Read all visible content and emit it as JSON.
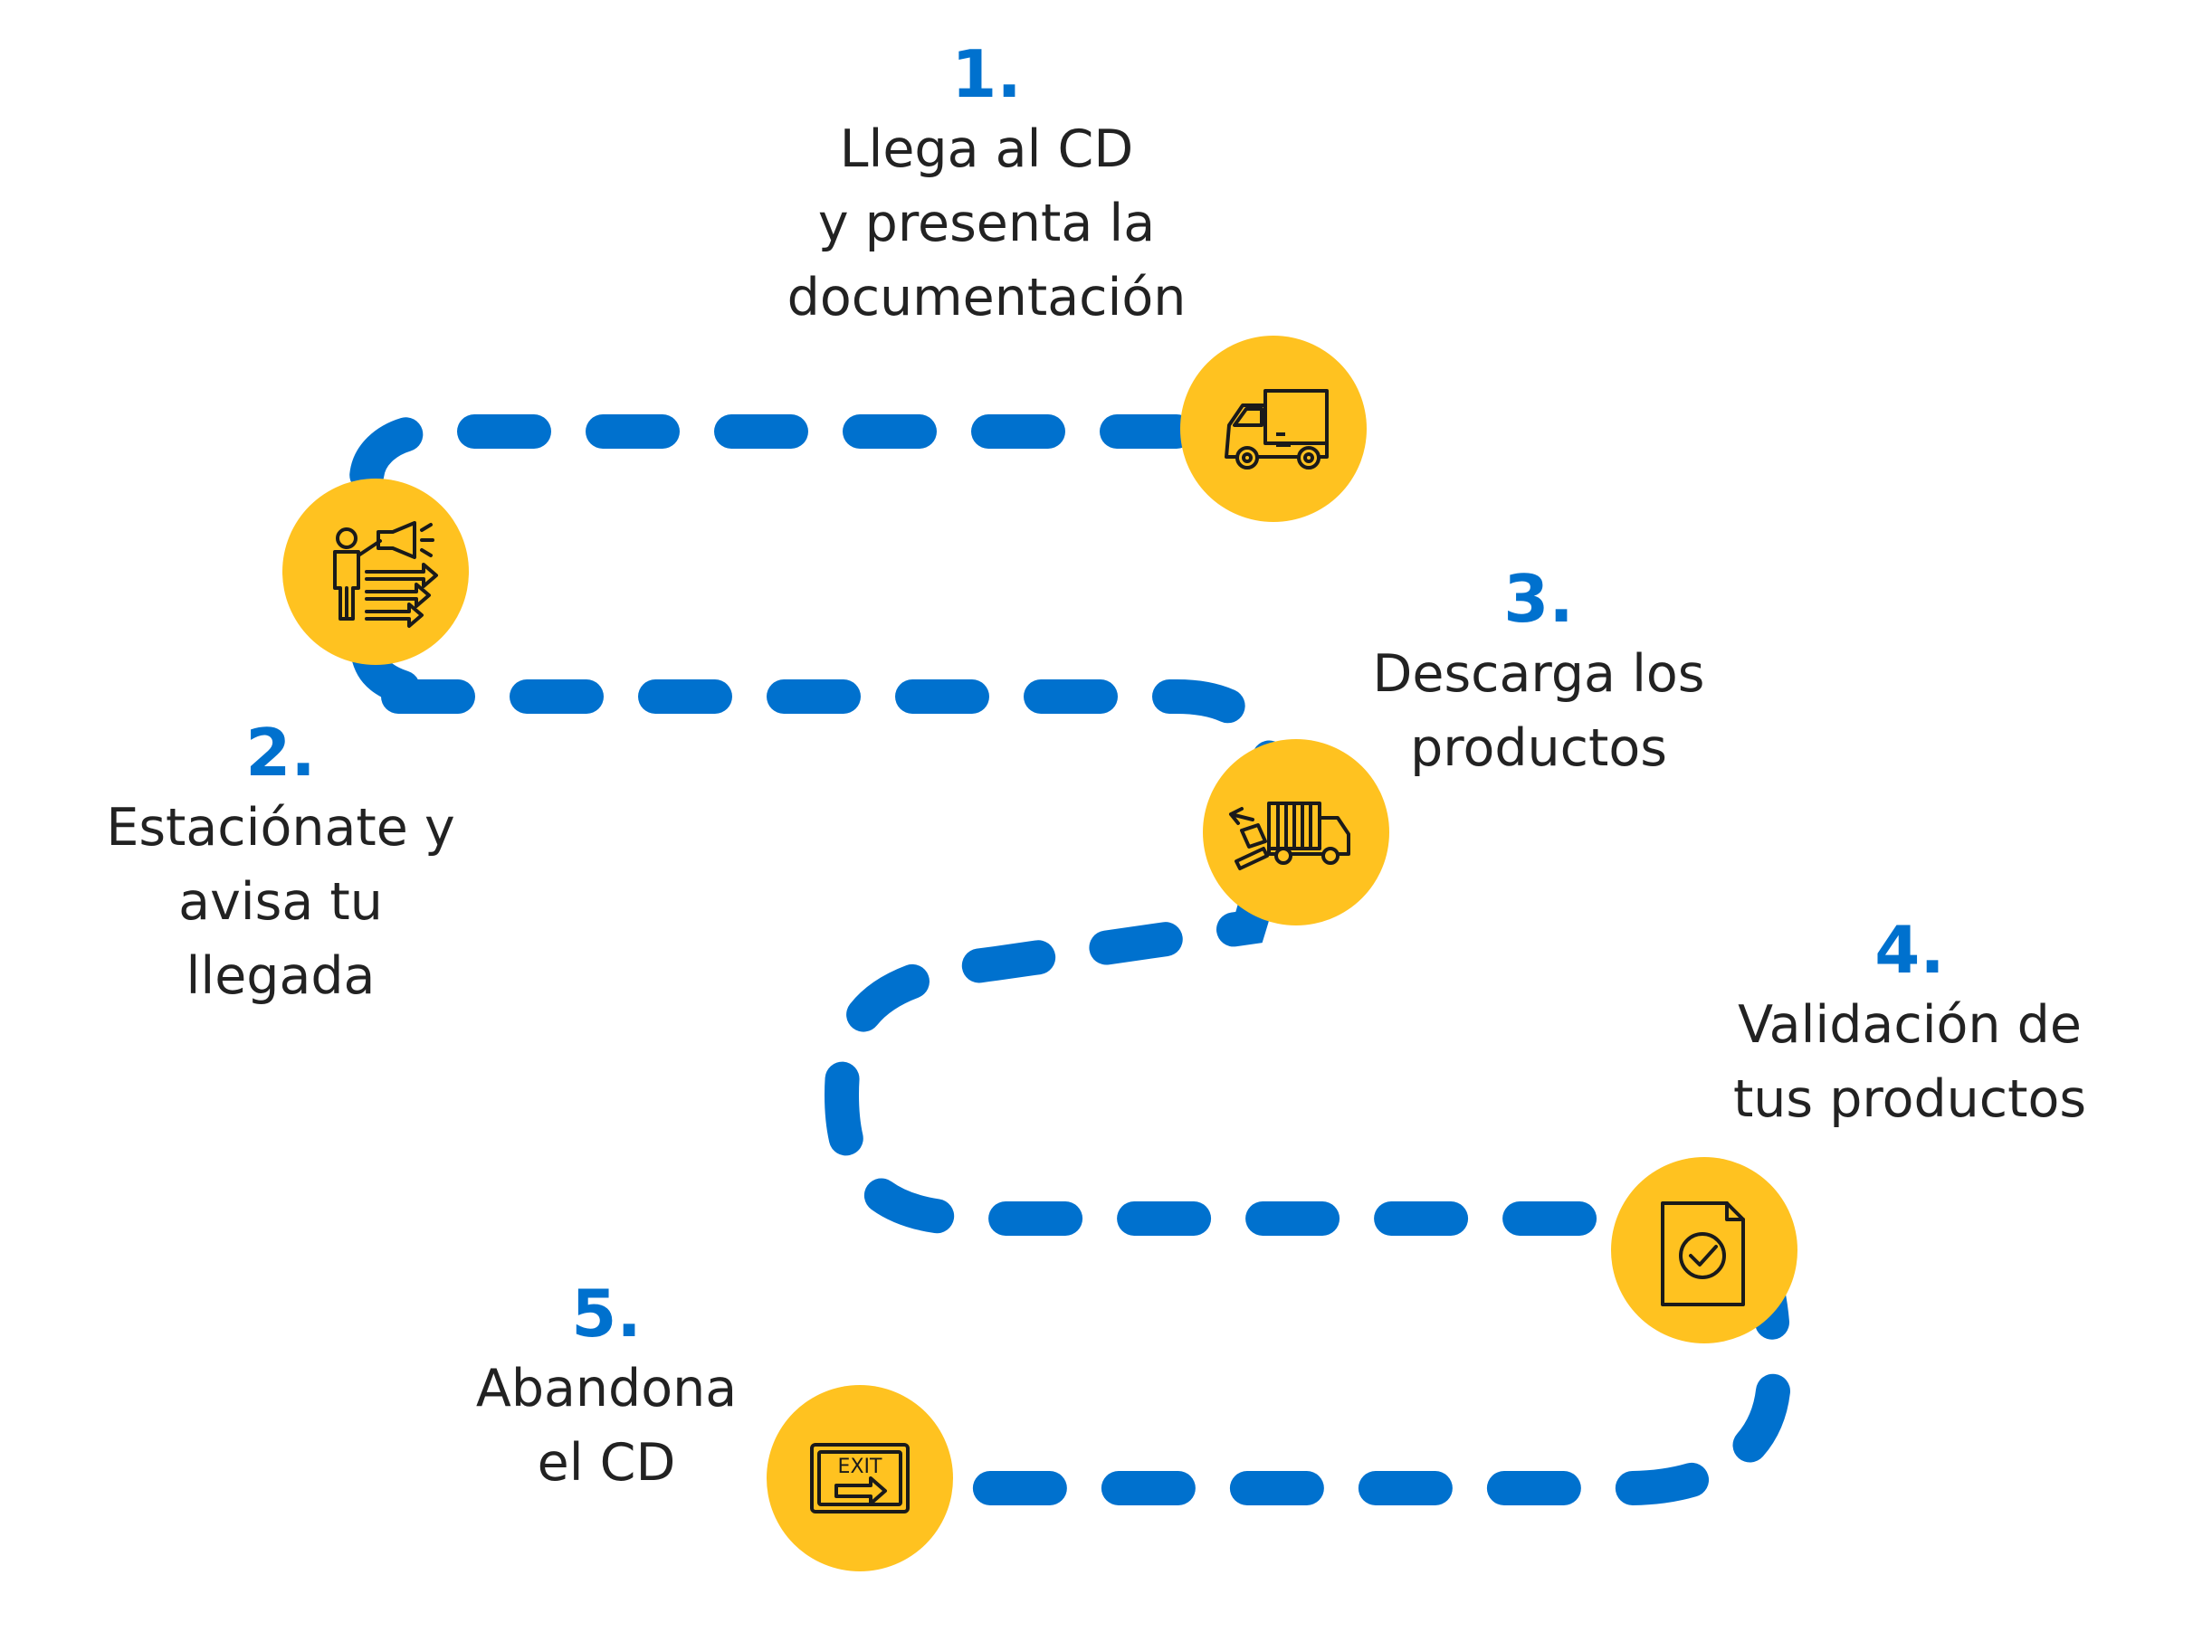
{
  "colors": {
    "path_blue": "#0071ce",
    "circle_yellow": "#ffc220",
    "number_blue": "#0071ce",
    "text": "#222222",
    "icon_stroke": "#1a1a1a"
  },
  "steps": [
    {
      "number": "1.",
      "lines": [
        "Llega al CD",
        "y presenta la",
        "documentación"
      ],
      "icon": "truck-icon"
    },
    {
      "number": "2.",
      "lines": [
        "Estaciónate y",
        "avisa tu",
        "llegada"
      ],
      "icon": "person-megaphone-icon"
    },
    {
      "number": "3.",
      "lines": [
        "Descarga los",
        "productos"
      ],
      "icon": "unloading-truck-icon"
    },
    {
      "number": "4.",
      "lines": [
        "Validación de",
        "tus productos"
      ],
      "icon": "document-check-icon"
    },
    {
      "number": "5.",
      "lines": [
        "Abandona",
        "el CD"
      ],
      "icon": "exit-sign-icon"
    }
  ],
  "exit_sign_text": "EXIT"
}
